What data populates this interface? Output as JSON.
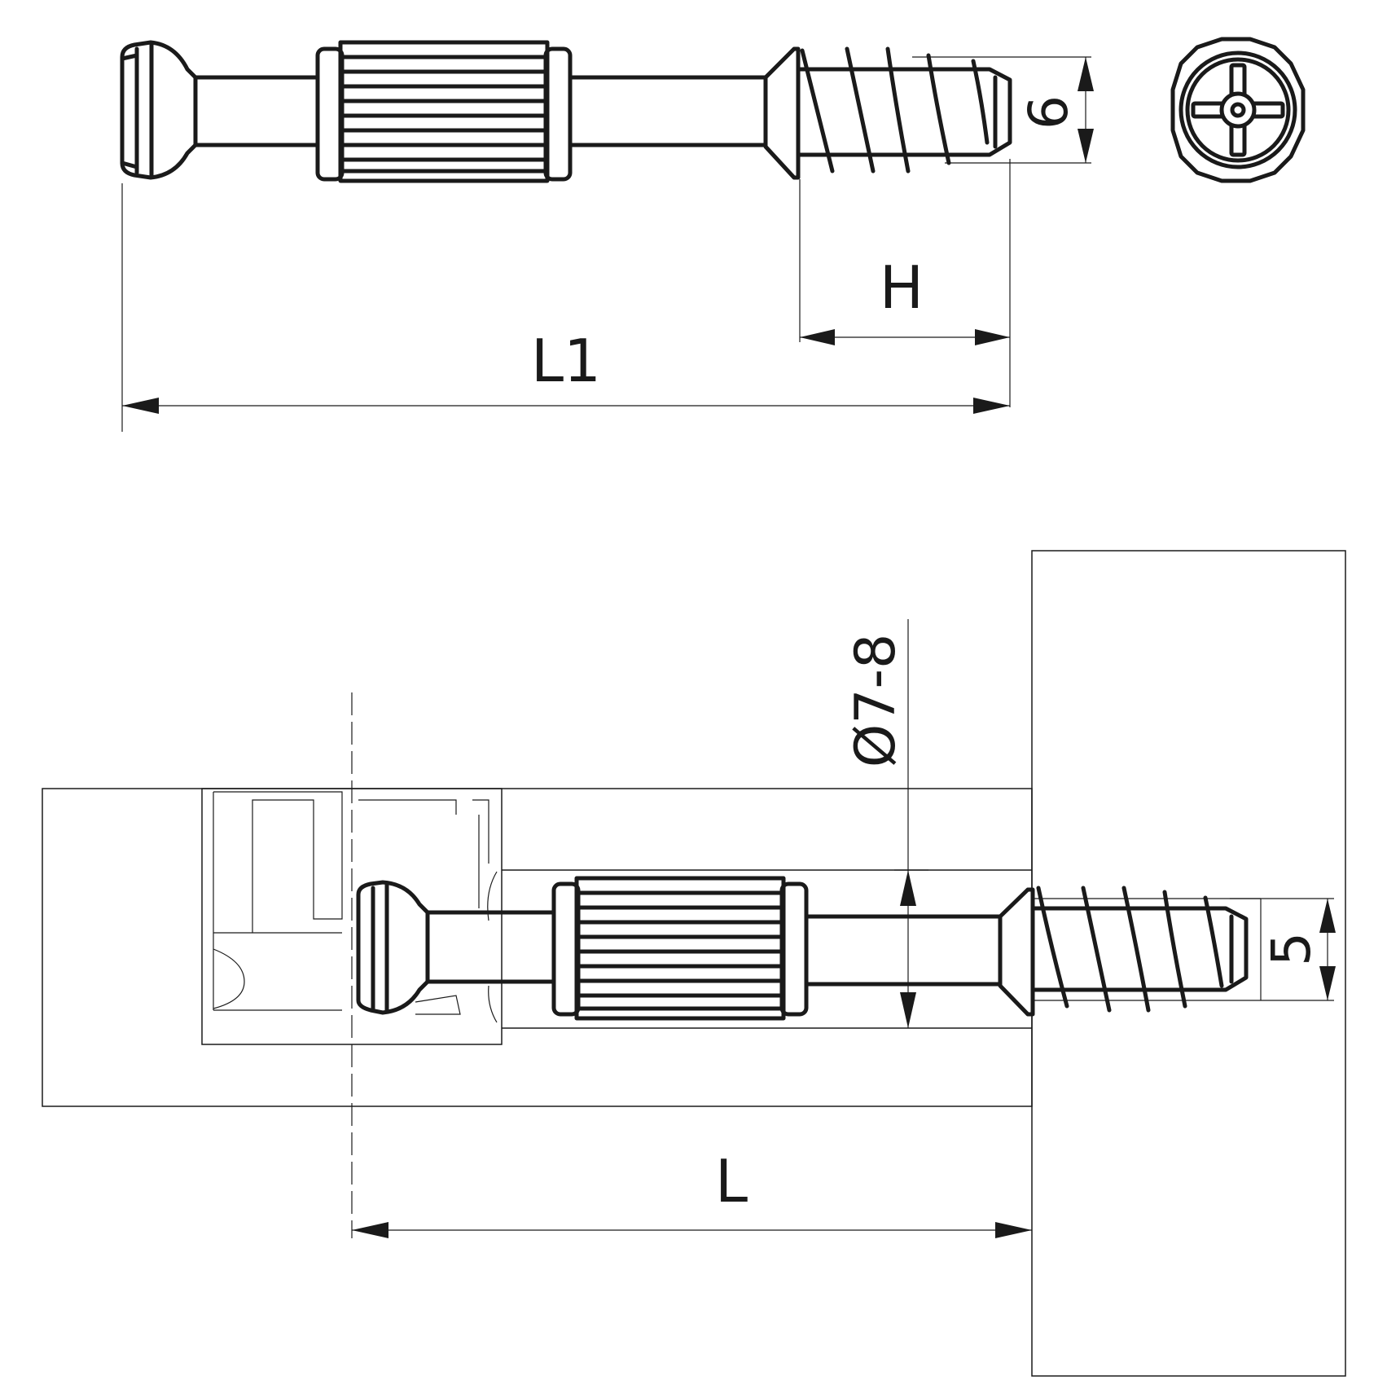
{
  "labels": {
    "l1": "L1",
    "h": "H",
    "thread_dia": "6",
    "bore_dia": "Ø7-8",
    "l": "L",
    "pilot_dia": "5"
  },
  "colors": {
    "line": "#1a1a1a",
    "background": "#ffffff"
  }
}
